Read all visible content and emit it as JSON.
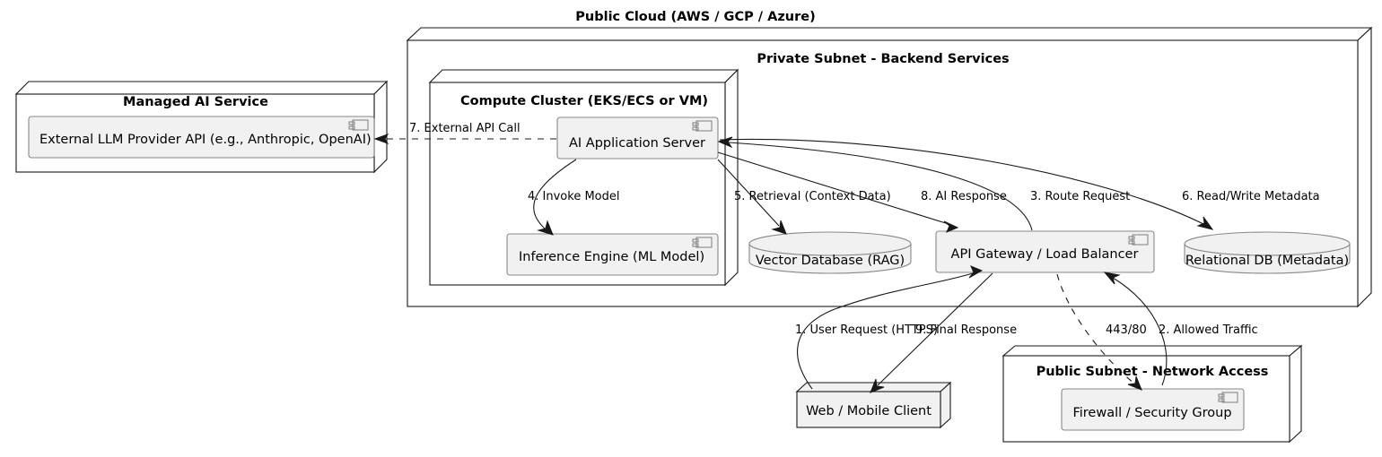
{
  "diagram": {
    "type": "uml-deployment-diagram",
    "title": "Public Cloud (AWS / GCP / Azure)",
    "colors": {
      "node_fill": "#FFFFFF",
      "component_fill": "#F1F1F1",
      "border": "#181818",
      "component_border": "#888888",
      "text": "#000000"
    }
  },
  "containers": {
    "managed_ai_service": {
      "title": "Managed AI Service",
      "components": [
        {
          "label": "External LLM Provider API (e.g., Anthropic, OpenAI)",
          "icon": "component-icon"
        }
      ]
    },
    "private_subnet": {
      "title": "Private Subnet - Backend Services"
    },
    "compute_cluster": {
      "title": "Compute Cluster (EKS/ECS or VM)",
      "components": [
        {
          "label": "AI Application Server",
          "icon": "component-icon"
        },
        {
          "label": "Inference Engine (ML Model)",
          "icon": "component-icon"
        }
      ]
    },
    "public_subnet": {
      "title": "Public Subnet - Network Access",
      "components": [
        {
          "label": "Firewall / Security Group",
          "icon": "component-icon"
        }
      ]
    }
  },
  "nodes": {
    "vector_database": {
      "label": "Vector Database (RAG)",
      "shape": "database-cylinder"
    },
    "relational_db": {
      "label": "Relational DB (Metadata)",
      "shape": "database-cylinder"
    },
    "api_gateway": {
      "label": "API Gateway / Load Balancer",
      "shape": "component",
      "icon": "component-icon"
    },
    "web_mobile_client": {
      "label": "Web / Mobile Client",
      "shape": "node-3d"
    }
  },
  "edges": [
    {
      "id": 1,
      "label": "1. User Request (HTTPS)",
      "from": "web_mobile_client",
      "to": "api_gateway",
      "style": "solid"
    },
    {
      "id": 2,
      "label": "2. Allowed Traffic",
      "from": "firewall",
      "to": "api_gateway",
      "style": "solid"
    },
    {
      "id": 3,
      "label": "3. Route Request",
      "from": "api_gateway",
      "to": "ai_application_server",
      "style": "solid"
    },
    {
      "id": 4,
      "label": "4. Invoke Model",
      "from": "ai_application_server",
      "to": "inference_engine",
      "style": "solid"
    },
    {
      "id": 5,
      "label": "5. Retrieval (Context Data)",
      "from": "ai_application_server",
      "to": "vector_database",
      "style": "solid"
    },
    {
      "id": 6,
      "label": "6. Read/Write Metadata",
      "from": "ai_application_server",
      "to": "relational_db",
      "style": "solid"
    },
    {
      "id": 7,
      "label": "7. External API Call",
      "from": "ai_application_server",
      "to": "external_llm_provider_api",
      "style": "dashed"
    },
    {
      "id": 8,
      "label": "8. AI Response",
      "from": "ai_application_server",
      "to": "api_gateway",
      "style": "solid"
    },
    {
      "id": 9,
      "label": "9. Final Response",
      "from": "api_gateway",
      "to": "web_mobile_client",
      "style": "solid"
    },
    {
      "id": 10,
      "label": "443/80",
      "from": "api_gateway",
      "to": "firewall",
      "style": "dashed"
    }
  ]
}
